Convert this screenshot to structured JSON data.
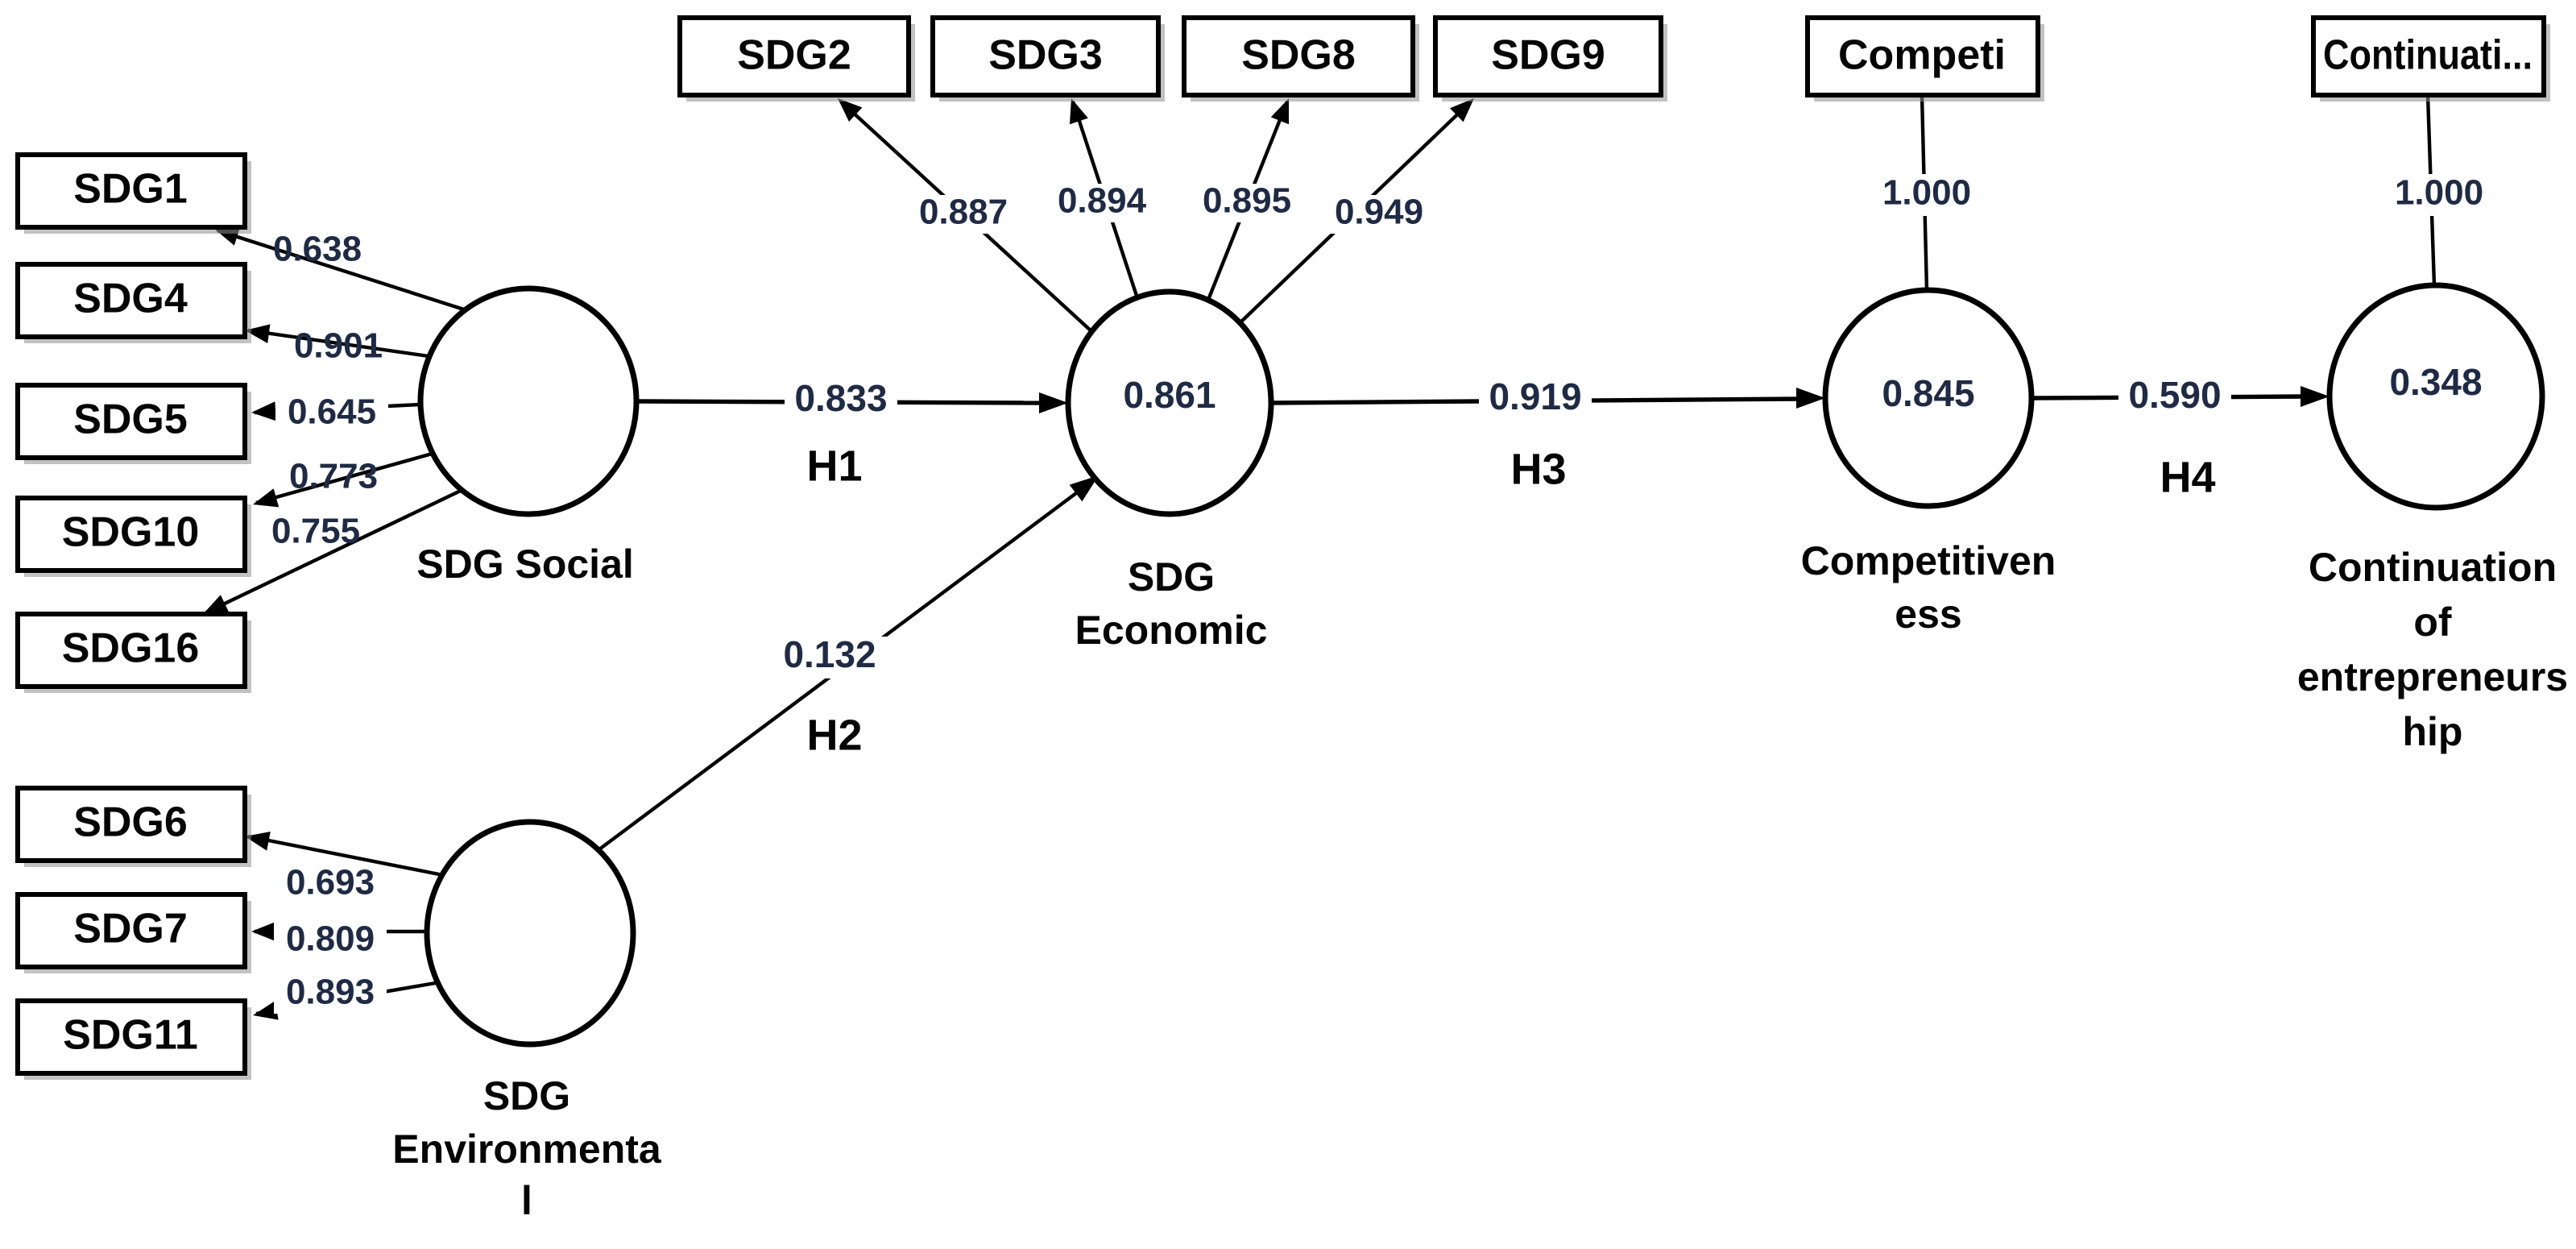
{
  "diagram_type": "PLS-SEM structural model",
  "colors": {
    "background": "#ffffff",
    "box_fill": "#ffffff",
    "box_border": "#000000",
    "line": "#000000",
    "label_text": "#050505",
    "number_text": "#1f2a44",
    "shadow": "#8f8f8f"
  },
  "indicators": {
    "sdg1": {
      "label": "SDG1",
      "loading": "0.638"
    },
    "sdg4": {
      "label": "SDG4",
      "loading": "0.901"
    },
    "sdg5": {
      "label": "SDG5",
      "loading": "0.645"
    },
    "sdg10": {
      "label": "SDG10",
      "loading": "0.773"
    },
    "sdg16": {
      "label": "SDG16",
      "loading": "0.755"
    },
    "sdg2": {
      "label": "SDG2",
      "loading": "0.887"
    },
    "sdg3": {
      "label": "SDG3",
      "loading": "0.894"
    },
    "sdg8": {
      "label": "SDG8",
      "loading": "0.895"
    },
    "sdg9": {
      "label": "SDG9",
      "loading": "0.949"
    },
    "sdg6": {
      "label": "SDG6",
      "loading": "0.693"
    },
    "sdg7": {
      "label": "SDG7",
      "loading": "0.809"
    },
    "sdg11": {
      "label": "SDG11",
      "loading": "0.893"
    },
    "competi": {
      "label": "Competi",
      "loading": "1.000"
    },
    "continuati": {
      "label": "Continuati...",
      "loading": "1.000"
    }
  },
  "constructs": {
    "social": {
      "name_lines": [
        "SDG Social"
      ]
    },
    "environmental": {
      "name_lines": [
        "SDG",
        "Environmenta",
        "l"
      ]
    },
    "economic": {
      "name_lines": [
        "SDG",
        "Economic"
      ],
      "r_squared": "0.861"
    },
    "competitiveness": {
      "name_lines": [
        "Competitiven",
        "ess"
      ],
      "r_squared": "0.845"
    },
    "continuation": {
      "name_lines": [
        "Continuation",
        "of",
        "entrepreneurs",
        "hip"
      ],
      "r_squared": "0.348"
    }
  },
  "structural_paths": {
    "h1": {
      "label": "H1",
      "coefficient": "0.833",
      "from": "SDG Social",
      "to": "SDG Economic"
    },
    "h2": {
      "label": "H2",
      "coefficient": "0.132",
      "from": "SDG Environmental",
      "to": "SDG Economic"
    },
    "h3": {
      "label": "H3",
      "coefficient": "0.919",
      "from": "SDG Economic",
      "to": "Competitiveness"
    },
    "h4": {
      "label": "H4",
      "coefficient": "0.590",
      "from": "Competitiveness",
      "to": "Continuation of entrepreneurship"
    }
  }
}
